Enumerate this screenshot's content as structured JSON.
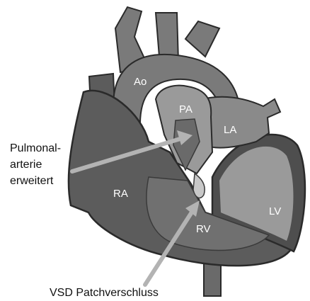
{
  "labels": {
    "ao": "Ao",
    "pa": "PA",
    "la": "LA",
    "ra": "RA",
    "lv": "LV",
    "rv": "RV"
  },
  "annotations": {
    "pulmonal_line1": "Pulmonal-",
    "pulmonal_line2": "arterie",
    "pulmonal_line3": "erweitert",
    "vsd": "VSD Patchverschluss"
  },
  "colors": {
    "background": "#ffffff",
    "heart_dark": "#5c5c5c",
    "heart_mid": "#8a8a8a",
    "heart_light": "#a8a8a8",
    "outline": "#2a2a2a",
    "arrow": "#b3b3b3"
  }
}
